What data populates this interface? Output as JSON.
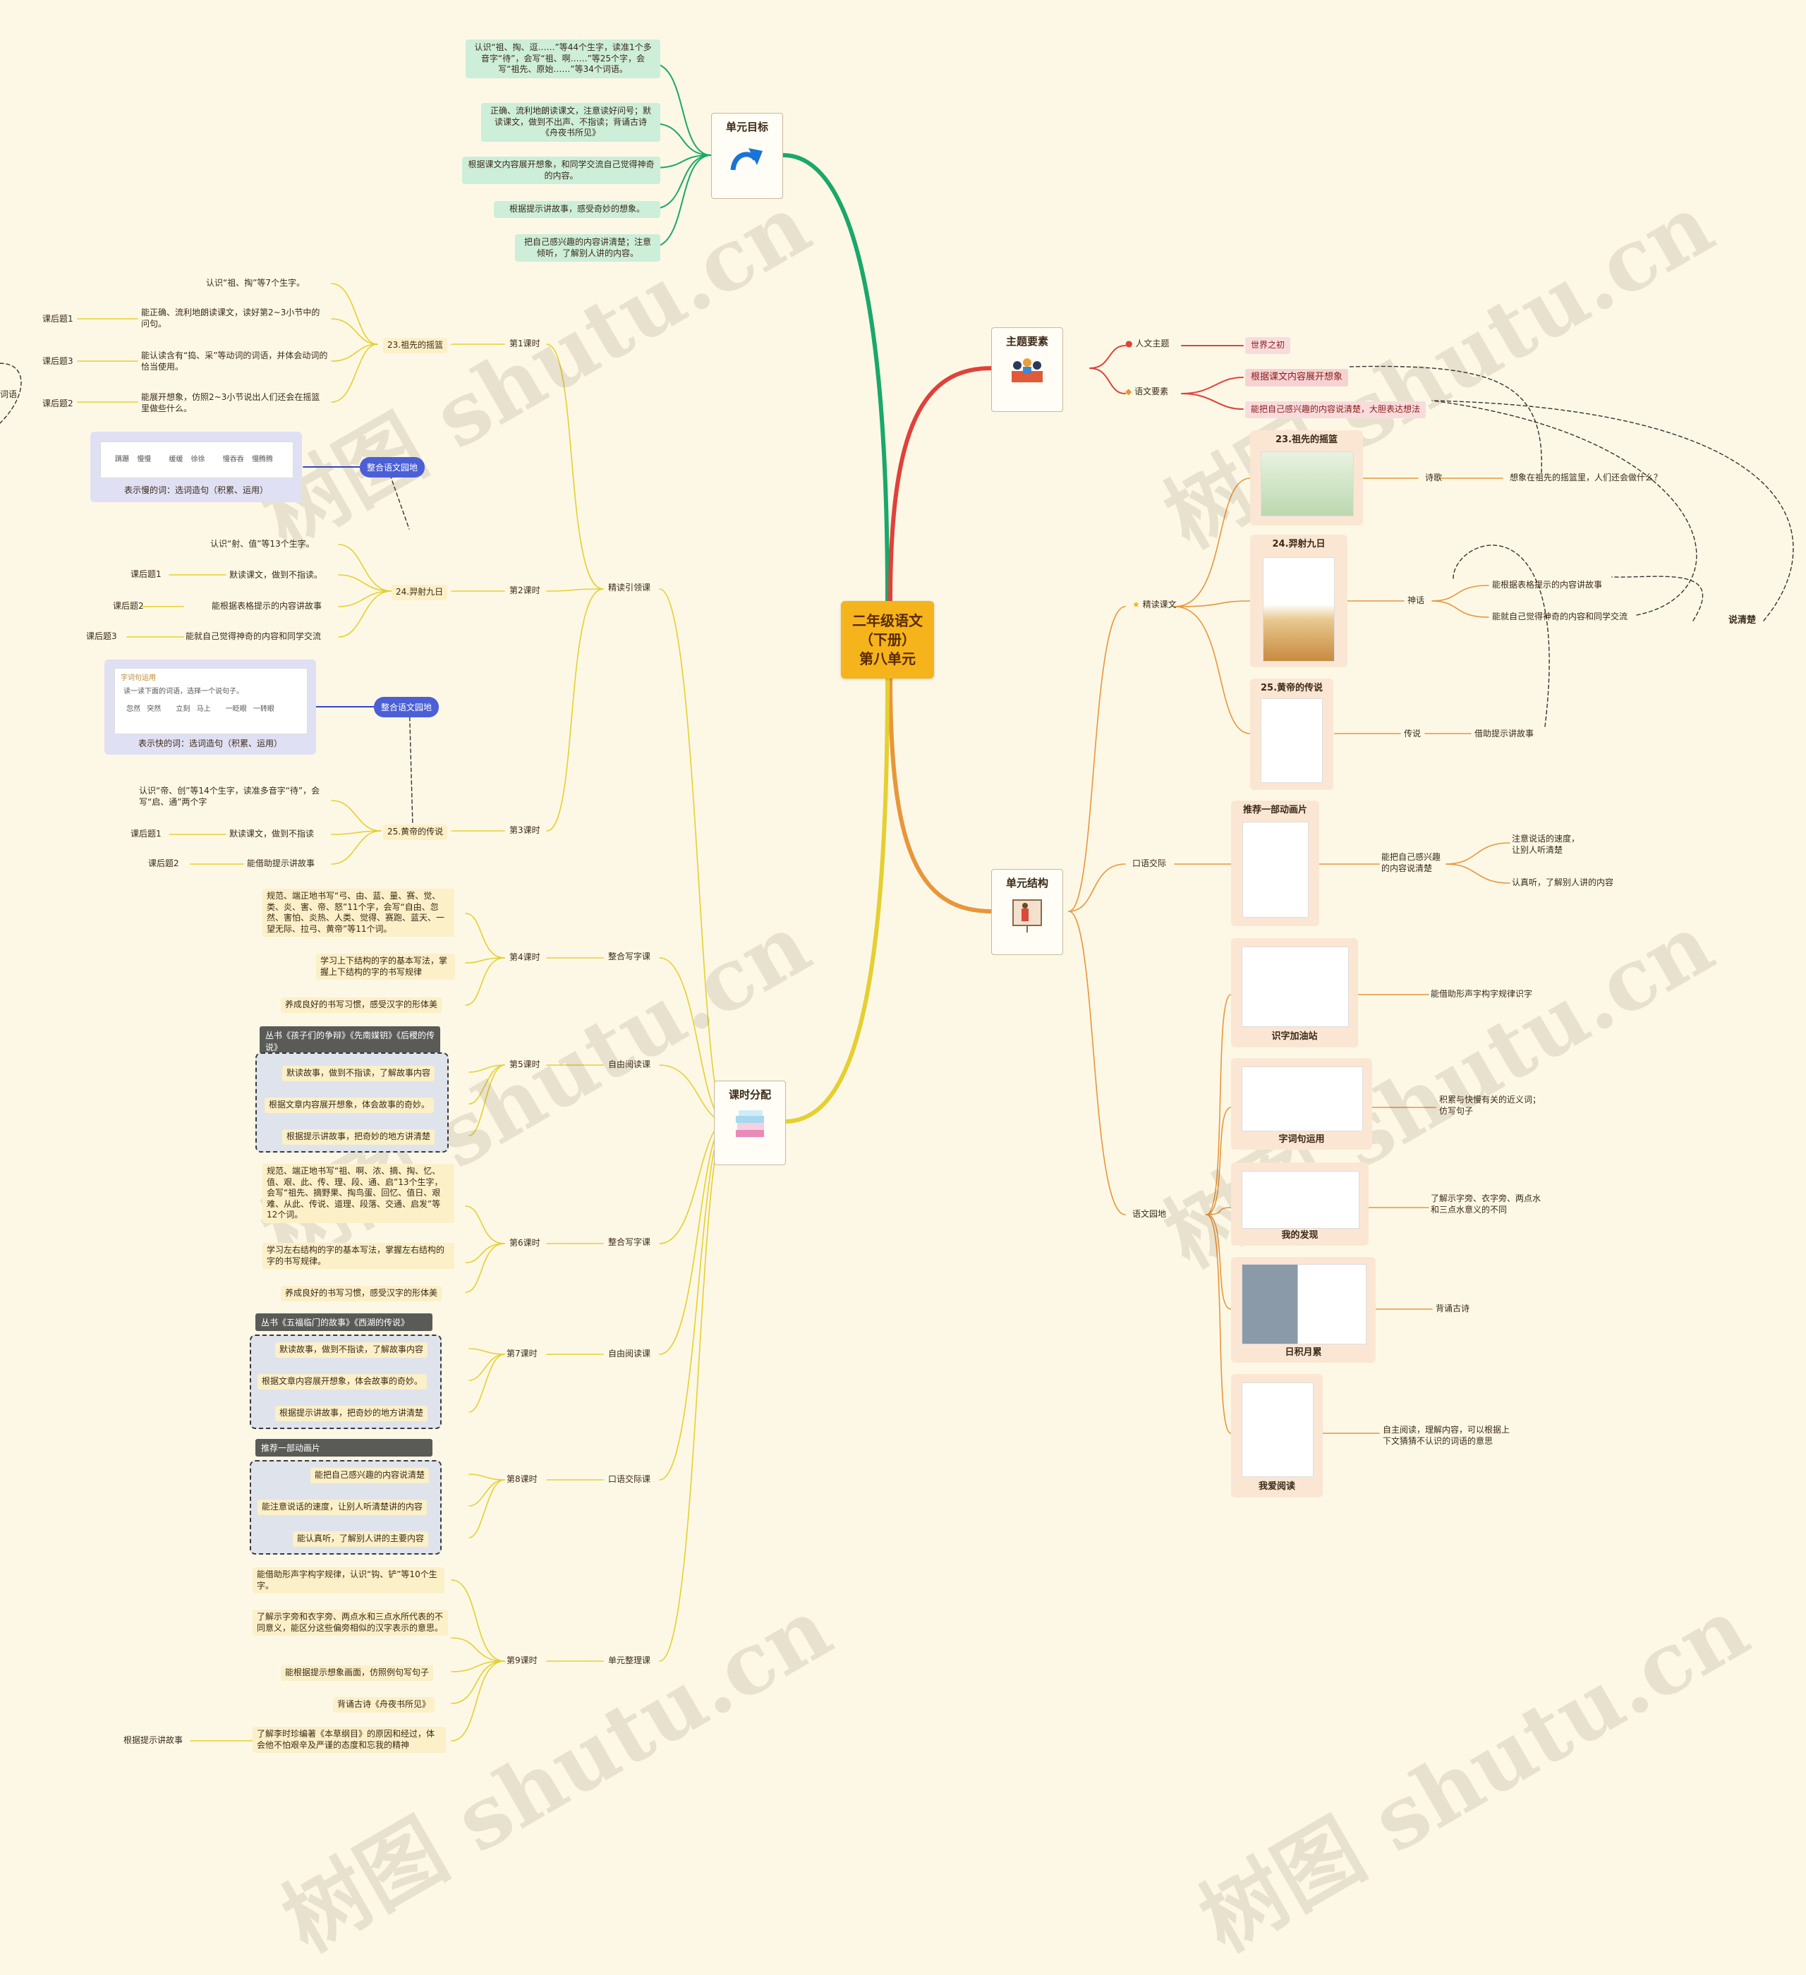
{
  "root": {
    "title": "二年级语文\n（下册）\n第八单元"
  },
  "watermark": "树图 shutu.cn",
  "branches": {
    "goal": "单元目标",
    "theme": "主题要素",
    "structure": "单元结构",
    "schedule": "课时分配"
  },
  "goals": [
    "认识“祖、掏、逗……”等44个生字，读准1个多音字“待”，会写“祖、啊……”等25个字，会写“祖先、原始……”等34个词语。",
    "正确、流利地朗读课文，注意读好问号；默读课文，做到不出声、不指读；背诵古诗《舟夜书所见》",
    "根据课文内容展开想象，和同学交流自己觉得神奇的内容。",
    "根据提示讲故事，感受奇妙的想象。",
    "把自己感兴趣的内容讲清楚；注意倾听，了解别人讲的内容。"
  ],
  "theme": {
    "human": "人文主题",
    "human_value": "世界之初",
    "lang": "语文要素",
    "lang_values": [
      "根据课文内容展开想象",
      "能把自己感兴趣的内容说清楚，大胆表达想法"
    ]
  },
  "structure": {
    "intensive": "精读课文",
    "lessons": [
      {
        "title": "23.祖先的摇篮",
        "genre": "诗歌",
        "note": "想象在祖先的摇篮里，人们还会做什么？"
      },
      {
        "title": "24.羿射九日",
        "genre": "神话",
        "notes": [
          "能根据表格提示的内容讲故事",
          "能就自己觉得神奇的内容和同学交流"
        ]
      },
      {
        "title": "25.黄帝的传说",
        "genre": "传说",
        "note": "借助提示讲故事"
      }
    ],
    "speak_clear": "说清楚",
    "oral": "口语交际",
    "oral_card": "推荐一部动画片",
    "oral_main": "能把自己感兴趣的内容说清楚",
    "oral_notes": [
      "注意说话的速度，让别人听清楚",
      "认真听，了解别人讲的内容"
    ],
    "garden": "语文园地",
    "garden_items": [
      {
        "title": "识字加油站",
        "note": "能借助形声字构字规律识字"
      },
      {
        "title": "字词句运用",
        "note": "积累与快慢有关的近义词；仿写句子"
      },
      {
        "title": "我的发现",
        "note": "了解示字旁、衣字旁、两点水和三点水意义的不同"
      },
      {
        "title": "日积月累",
        "note": "背诵古诗"
      },
      {
        "title": "我爱阅读",
        "note": "自主阅读，理解内容，可以根据上下文猜猜不认识的词语的意思"
      }
    ]
  },
  "schedule": {
    "cat_intensive": "精读引领课",
    "cat_write": "整合写字课",
    "cat_free": "自由阅读课",
    "cat_write2": "整合写字课",
    "cat_free2": "自由阅读课",
    "cat_oral": "口语交际课",
    "cat_review": "单元整理课",
    "h1": "第1课时",
    "h2": "第2课时",
    "h3": "第3课时",
    "h4": "第4课时",
    "h5": "第5课时",
    "h6": "第6课时",
    "h7": "第7课时",
    "h8": "第8课时",
    "h9": "第9课时",
    "l23": "23.祖先的摇篮",
    "l24": "24.羿射九日",
    "l25": "25.黄帝的传说",
    "l23_items": [
      "认识“祖、掏”等7个生字。",
      "能正确、流利地朗读课文，读好第2~3小节中的问句。",
      "能认读含有“捣、采”等动词的词语，并体会动词的恰当使用。",
      "能展开想象，仿照2~3小节说出人们还会在摇篮里做些什么。"
    ],
    "ex1": "课后题1",
    "ex2": "课后题2",
    "ex3": "课后题3",
    "left_cut": "词语",
    "garden_tag": "整合语文园地",
    "card1_caption": "表示慢的词：选词造句（积累、运用）",
    "card1_words": [
      "蹒跚",
      "慢慢",
      "缓缓",
      "徐徐",
      "慢吞吞",
      "慢腾腾"
    ],
    "l24_items": [
      "认识“射、值”等13个生字。",
      "默读课文，做到不指读。",
      "能根据表格提示的内容讲故事",
      "能就自己觉得神奇的内容和同学交流"
    ],
    "card2_title": "字词句运用",
    "card2_prompt": "读一读下面的词语，选择一个说句子。",
    "card2_words": [
      "忽然",
      "突然",
      "立刻",
      "马上",
      "一眨眼",
      "一转眼"
    ],
    "card2_caption": "表示快的词：选词造句（积累、运用）",
    "l25_items": [
      "认识“帝、创”等14个生字，读准多音字“待”，会写“启、通”两个字",
      "默读课文，做到不指读",
      "能借助提示讲故事"
    ],
    "h4_items": [
      "规范、端正地书写“弓、由、蓝、量、赛、觉、类、炎、害、帝、怒”11个字，会写“自由、忽然、害怕、炎热、人类、觉得、赛跑、蓝天、一望无际、拉弓、黄帝”等11个词。",
      "学习上下结构的字的基本写法，掌握上下结构的字的书写规律",
      "养成良好的书写习惯，感受汉字的形体美"
    ],
    "h5_title": "丛书《孩子们的争辩》《先南媒钥》《后稷的传说》",
    "h5_items": [
      "默读故事，做到不指读，了解故事内容",
      "根据文章内容展开想象，体会故事的奇妙。",
      "根据提示讲故事，把奇妙的地方讲清楚"
    ],
    "h6_items": [
      "规范、端正地书写“祖、啊、浓、摘、掏、忆、值、艰、此、传、理、段、通、启”13个生字，会写“祖先、摘野果、掏鸟蛋、回忆、值日、艰难、从此、传说、道理、段落、交通、启发”等12个词。",
      "学习左右结构的字的基本写法，掌握左右结构的字的书写规律。",
      "养成良好的书写习惯，感受汉字的形体美"
    ],
    "h7_title": "丛书《五福临门的故事》《西湖的传说》",
    "h7_items": [
      "默读故事，做到不指读，了解故事内容",
      "根据文章内容展开想象，体会故事的奇妙。",
      "根据提示讲故事，把奇妙的地方讲清楚"
    ],
    "h8_title": "推荐一部动画片",
    "h8_items": [
      "能把自己感兴趣的内容说清楚",
      "能注意说话的速度，让别人听清楚讲的内容",
      "能认真听，了解别人讲的主要内容"
    ],
    "h9_items": [
      "能借助形声字构字规律，认识“钩、铲”等10个生字。",
      "了解示字旁和衣字旁、两点水和三点水所代表的不同意义，能区分这些偏旁相似的汉字表示的意思。",
      "能根据提示想象画面，仿照例句写句子",
      "背诵古诗《舟夜书所见》",
      "了解李时珍编著《本草纲目》的原因和经过，体会他不怕艰辛及严谨的态度和忘我的精神"
    ],
    "h9_left": "根据提示讲故事"
  },
  "colors": {
    "green": "#1aa86a",
    "red": "#e0413a",
    "orange": "#e8963a",
    "yellow": "#e6cf30",
    "root": "#f5b41c"
  }
}
